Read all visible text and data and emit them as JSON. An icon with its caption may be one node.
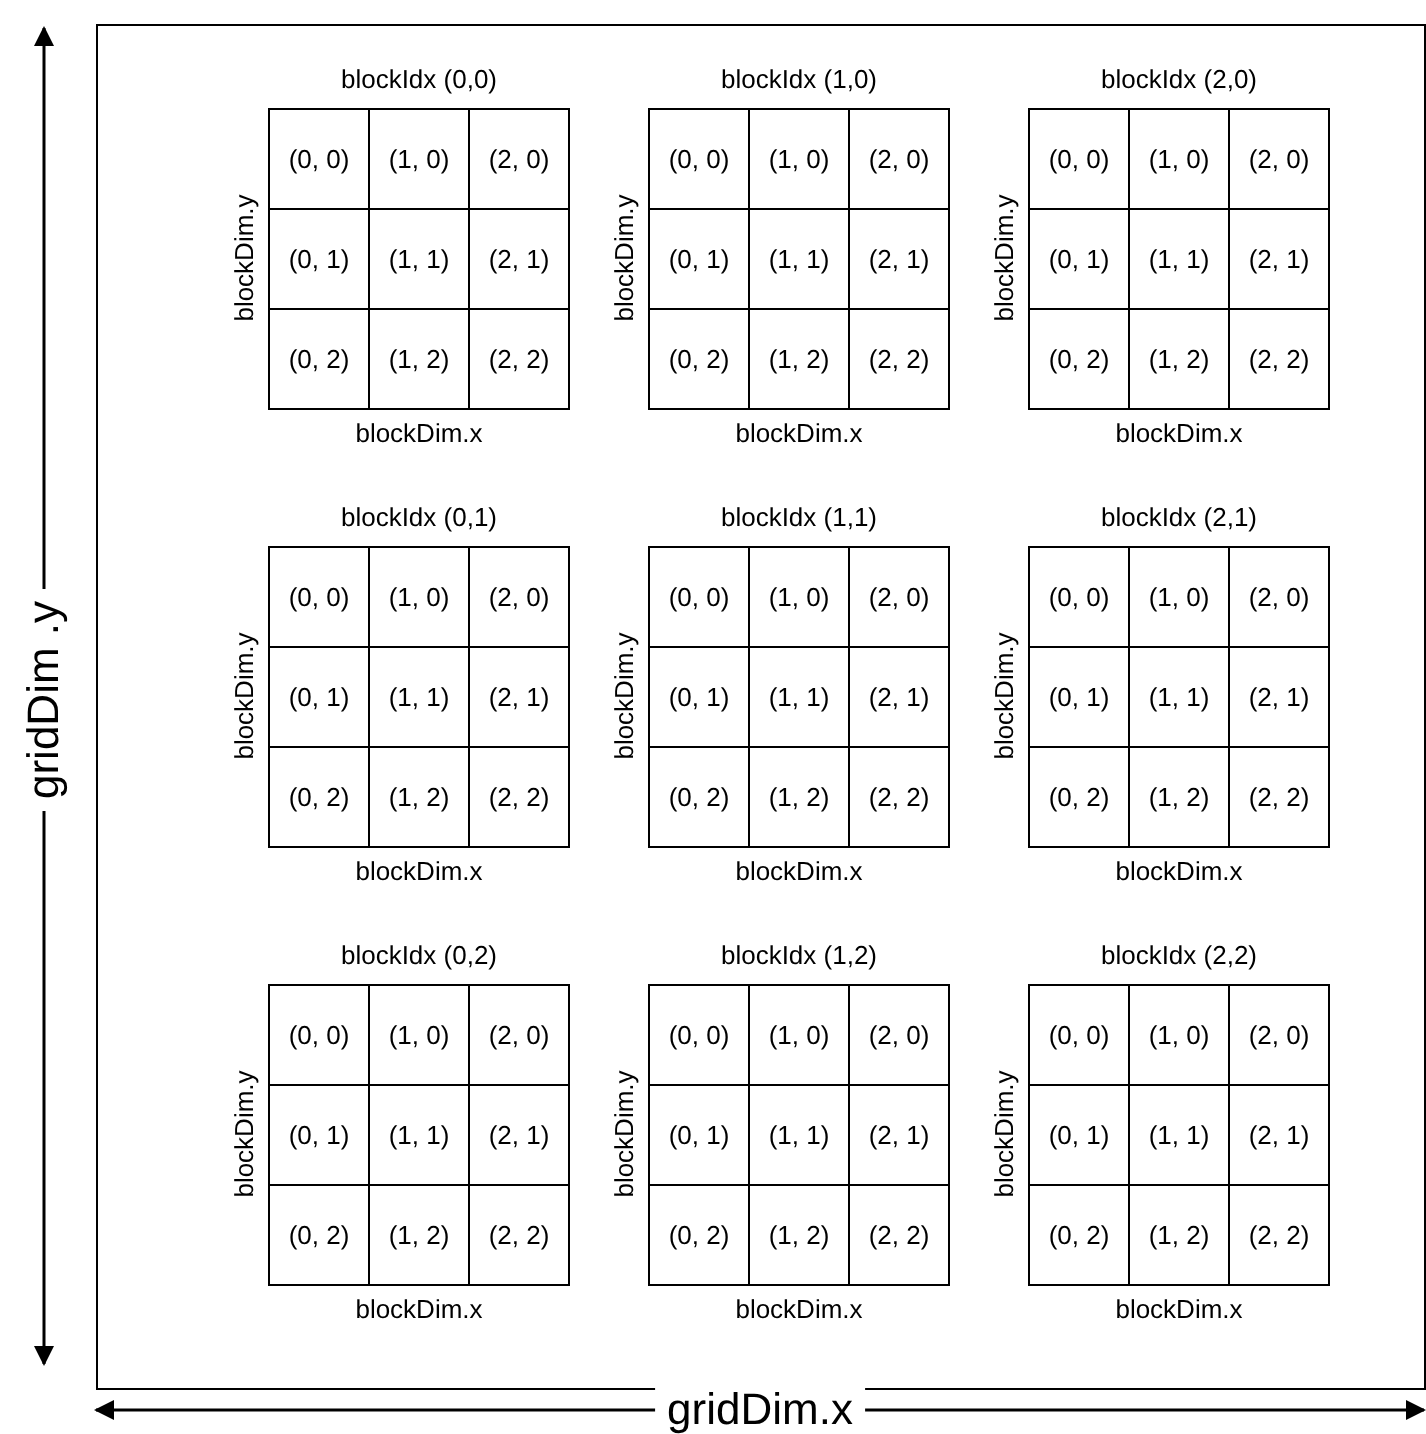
{
  "diagram": {
    "nodes": [
      {
        "text": [],
        "shape": "box"
      },
      {
        "text": [
          "blockIdx (0,0)"
        ],
        "beside": [
          "blockDim.y",
          "blockDim.x"
        ],
        "in": 0
      },
      {
        "text": [
          "(0, 0)"
        ],
        "in": 1
      },
      {
        "text": [
          "(1, 0)"
        ],
        "in": 1
      },
      {
        "text": [
          "(2, 0)"
        ],
        "in": 1
      },
      {
        "text": [
          "(0, 1)"
        ],
        "in": 1
      },
      {
        "text": [
          "(1, 1)"
        ],
        "in": 1
      },
      {
        "text": [
          "(2, 1)"
        ],
        "in": 1
      },
      {
        "text": [
          "(0, 2)"
        ],
        "in": 1
      },
      {
        "text": [
          "(1, 2)"
        ],
        "in": 1
      },
      {
        "text": [
          "(2, 2)"
        ],
        "in": 1
      },
      {
        "text": [
          "blockIdx (1,0)"
        ],
        "beside": [
          "blockDim.y",
          "blockDim.x"
        ],
        "in": 0
      },
      {
        "text": [
          "(0, 0)"
        ],
        "in": 11
      },
      {
        "text": [
          "(1, 0)"
        ],
        "in": 11
      },
      {
        "text": [
          "(2, 0)"
        ],
        "in": 11
      },
      {
        "text": [
          "(0, 1)"
        ],
        "in": 11
      },
      {
        "text": [
          "(1, 1)"
        ],
        "in": 11
      },
      {
        "text": [
          "(2, 1)"
        ],
        "in": 11
      },
      {
        "text": [
          "(0, 2)"
        ],
        "in": 11
      },
      {
        "text": [
          "(1, 2)"
        ],
        "in": 11
      },
      {
        "text": [
          "(2, 2)"
        ],
        "in": 11
      },
      {
        "text": [
          "blockIdx (2,0)"
        ],
        "beside": [
          "blockDim.y",
          "blockDim.x"
        ],
        "in": 0
      },
      {
        "text": [
          "(0, 0)"
        ],
        "in": 21
      },
      {
        "text": [
          "(1, 0)"
        ],
        "in": 21
      },
      {
        "text": [
          "(2, 0)"
        ],
        "in": 21
      },
      {
        "text": [
          "(0, 1)"
        ],
        "in": 21
      },
      {
        "text": [
          "(1, 1)"
        ],
        "in": 21
      },
      {
        "text": [
          "(2, 1)"
        ],
        "in": 21
      },
      {
        "text": [
          "(0, 2)"
        ],
        "in": 21
      },
      {
        "text": [
          "(1, 2)"
        ],
        "in": 21
      },
      {
        "text": [
          "(2, 2)"
        ],
        "in": 21
      },
      {
        "text": [
          "blockIdx (0,1)"
        ],
        "beside": [
          "blockDim.y",
          "blockDim.x"
        ],
        "in": 0
      },
      {
        "text": [
          "(0, 0)"
        ],
        "in": 31
      },
      {
        "text": [
          "(1, 0)"
        ],
        "in": 31
      },
      {
        "text": [
          "(2, 0)"
        ],
        "in": 31
      },
      {
        "text": [
          "(0, 1)"
        ],
        "in": 31
      },
      {
        "text": [
          "(1, 1)"
        ],
        "in": 31
      },
      {
        "text": [
          "(2, 1)"
        ],
        "in": 31
      },
      {
        "text": [
          "(0, 2)"
        ],
        "in": 31
      },
      {
        "text": [
          "(1, 2)"
        ],
        "in": 31
      },
      {
        "text": [
          "(2, 2)"
        ],
        "in": 31
      },
      {
        "text": [
          "blockIdx (1,1)"
        ],
        "beside": [
          "blockDim.y",
          "blockDim.x"
        ],
        "in": 0
      },
      {
        "text": [
          "(0, 0)"
        ],
        "in": 41
      },
      {
        "text": [
          "(1, 0)"
        ],
        "in": 41
      },
      {
        "text": [
          "(2, 0)"
        ],
        "in": 41
      },
      {
        "text": [
          "(0, 1)"
        ],
        "in": 41
      },
      {
        "text": [
          "(1, 1)"
        ],
        "in": 41
      },
      {
        "text": [
          "(2, 1)"
        ],
        "in": 41
      },
      {
        "text": [
          "(0, 2)"
        ],
        "in": 41
      },
      {
        "text": [
          "(1, 2)"
        ],
        "in": 41
      },
      {
        "text": [
          "(2, 2)"
        ],
        "in": 41
      },
      {
        "text": [
          "blockIdx (2,1)"
        ],
        "beside": [
          "blockDim.y",
          "blockDim.x"
        ],
        "in": 0
      },
      {
        "text": [
          "(0, 0)"
        ],
        "in": 51
      },
      {
        "text": [
          "(1, 0)"
        ],
        "in": 51
      },
      {
        "text": [
          "(2, 0)"
        ],
        "in": 51
      },
      {
        "text": [
          "(0, 1)"
        ],
        "in": 51
      },
      {
        "text": [
          "(1, 1)"
        ],
        "in": 51
      },
      {
        "text": [
          "(2, 1)"
        ],
        "in": 51
      },
      {
        "text": [
          "(0, 2)"
        ],
        "in": 51
      },
      {
        "text": [
          "(1, 2)"
        ],
        "in": 51
      },
      {
        "text": [
          "(2, 2)"
        ],
        "in": 51
      },
      {
        "text": [
          "blockIdx (0,2)"
        ],
        "beside": [
          "blockDim.y",
          "blockDim.x"
        ],
        "in": 0
      },
      {
        "text": [
          "(0, 0)"
        ],
        "in": 61
      },
      {
        "text": [
          "(1, 0)"
        ],
        "in": 61
      },
      {
        "text": [
          "(2, 0)"
        ],
        "in": 61
      },
      {
        "text": [
          "(0, 1)"
        ],
        "in": 61
      },
      {
        "text": [
          "(1, 1)"
        ],
        "in": 61
      },
      {
        "text": [
          "(2, 1)"
        ],
        "in": 61
      },
      {
        "text": [
          "(0, 2)"
        ],
        "in": 61
      },
      {
        "text": [
          "(1, 2)"
        ],
        "in": 61
      },
      {
        "text": [
          "(2, 2)"
        ],
        "in": 61
      },
      {
        "text": [
          "blockIdx (1,2)"
        ],
        "beside": [
          "blockDim.y",
          "blockDim.x"
        ],
        "in": 0
      },
      {
        "text": [
          "(0, 0)"
        ],
        "in": 71
      },
      {
        "text": [
          "(1, 0)"
        ],
        "in": 71
      },
      {
        "text": [
          "(2, 0)"
        ],
        "in": 71
      },
      {
        "text": [
          "(0, 1)"
        ],
        "in": 71
      },
      {
        "text": [
          "(1, 1)"
        ],
        "in": 71
      },
      {
        "text": [
          "(2, 1)"
        ],
        "in": 71
      },
      {
        "text": [
          "(0, 2)"
        ],
        "in": 71
      },
      {
        "text": [
          "(1, 2)"
        ],
        "in": 71
      },
      {
        "text": [
          "(2, 2)"
        ],
        "in": 71
      },
      {
        "text": [
          "blockIdx (2,2)"
        ],
        "beside": [
          "blockDim.y",
          "blockDim.x"
        ],
        "in": 0
      },
      {
        "text": [
          "(0, 0)"
        ],
        "in": 81
      },
      {
        "text": [
          "(1, 0)"
        ],
        "in": 81
      },
      {
        "text": [
          "(2, 0)"
        ],
        "in": 81
      },
      {
        "text": [
          "(0, 1)"
        ],
        "in": 81
      },
      {
        "text": [
          "(1, 1)"
        ],
        "in": 81
      },
      {
        "text": [
          "(2, 1)"
        ],
        "in": 81
      },
      {
        "text": [
          "(0, 2)"
        ],
        "in": 81
      },
      {
        "text": [
          "(1, 2)"
        ],
        "in": 81
      },
      {
        "text": [
          "(2, 2)"
        ],
        "in": 81
      }
    ],
    "labels": [
      "gridDim .y",
      "gridDim.x"
    ]
  }
}
